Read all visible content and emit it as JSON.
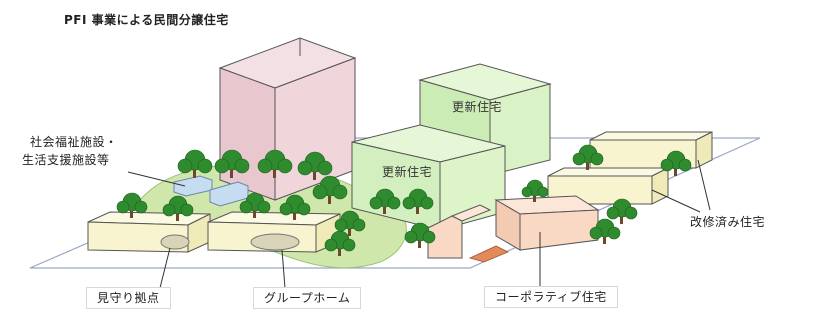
{
  "labels": {
    "pfi_housing": "PFI 事業による民間分譲住宅",
    "social_welfare_1": "社会福祉施設・",
    "social_welfare_2": "生活支援施設等",
    "renewal_housing_back": "更新住宅",
    "renewal_housing_front": "更新住宅",
    "renovated_housing": "改修済み住宅",
    "watch_point": "見守り拠点",
    "group_home": "グループホーム",
    "cooperative_housing": "コーポラティブ住宅"
  },
  "colors": {
    "ground_line": "#9aa7c8",
    "green_area": "#c9e4a4",
    "tree_green": "#2e8b2e",
    "tree_light": "#4aa84a",
    "pink_building": "#eed3d8",
    "green_building": "#d8f2c4",
    "yellow_building": "#f7f4cf",
    "peach_building": "#f9d9c4",
    "blue_building": "#c6dcf0",
    "orange_path": "#e28a5a"
  }
}
